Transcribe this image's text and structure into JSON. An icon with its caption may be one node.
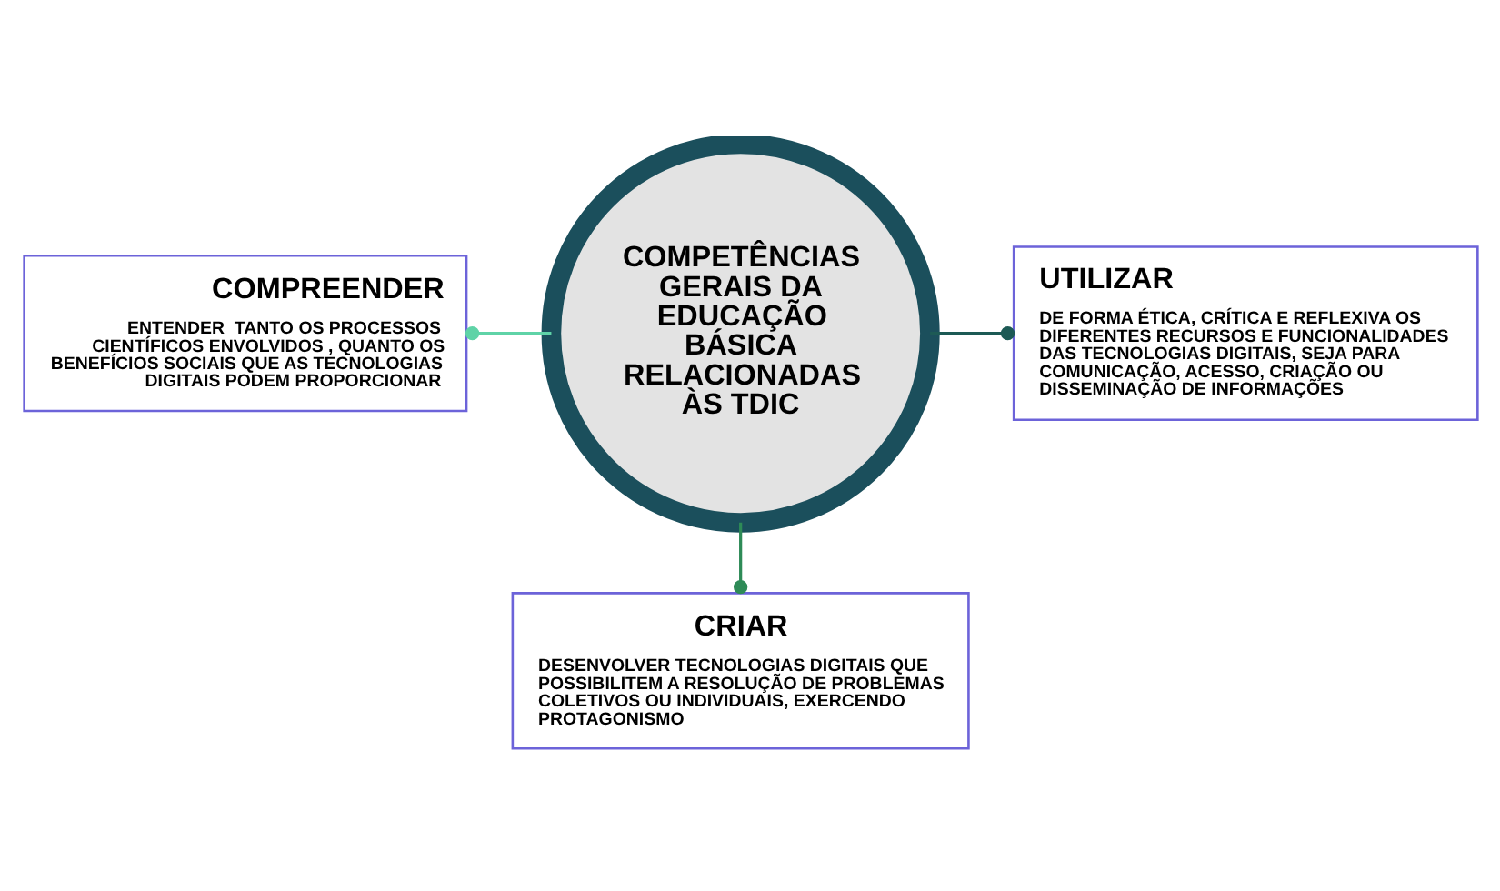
{
  "diagram": {
    "nodes": [
      {
        "text": [
          "COMPREENDER",
          "ENTENDER  TANTO OS PROCESSOS CIENTÍFICOS ENVOLVIDOS , QUANTO OS BENEFÍCIOS SOCIAIS QUE AS TECNOLOGIAS DIGITAIS PODEM PROPORCIONAR"
        ]
      },
      {
        "text": [
          "UTILIZAR",
          "DE FORMA ÉTICA, CRÍTICA E REFLEXIVA OS DIFERENTES RECURSOS E FUNCIONALIDADES DAS TECNOLOGIAS DIGITAIS, SEJA PARA COMUNICAÇÃO, ACESSO, CRIAÇÃO OU DISSEMINAÇÃO DE INFORMAÇÕES"
        ]
      },
      {
        "text": [
          "COMPETÊNCIAS GERAIS DA EDUCAÇÃO BÁSICA RELACIONADAS ÀS TDIC"
        ]
      },
      {
        "text": [
          "CRIAR",
          "DESENVOLVER TECNOLOGIAS DIGITAIS QUE POSSIBILITEM A RESOLUÇÃO DE PROBLEMAS COLETIVOS OU INDIVIDUAIS, EXERCENDO PROTAGONISMO"
        ]
      }
    ],
    "edges": [
      {
        "from": 2,
        "to": 0,
        "arrow": "other",
        "color": "#5fd3a7"
      },
      {
        "from": 2,
        "to": 1,
        "arrow": "other",
        "color": "#1d5a55"
      },
      {
        "from": 2,
        "to": 3,
        "arrow": "other",
        "color": "#2e8b57"
      }
    ]
  }
}
